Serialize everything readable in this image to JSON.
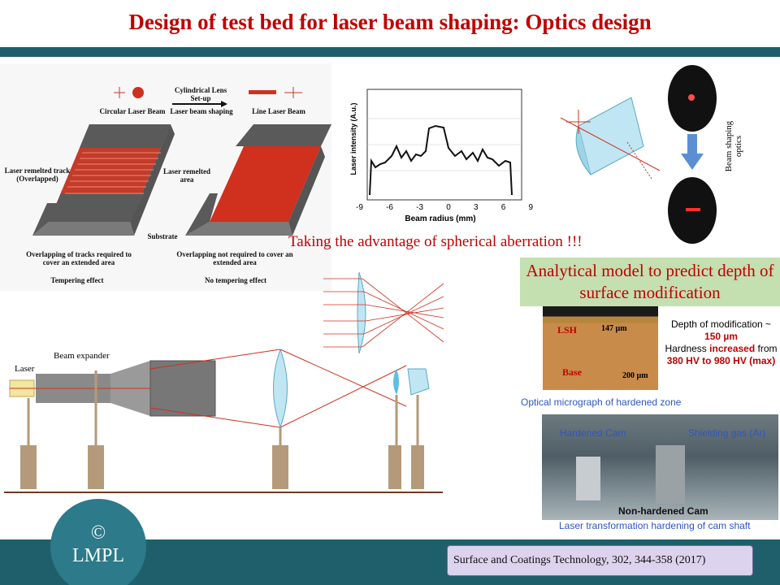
{
  "slide": {
    "title": "Design of test bed for laser beam shaping: Optics design",
    "aberration_note": "Taking the advantage of spherical aberration !!!",
    "analytical_model": "Analytical model to predict depth of surface modification",
    "micrograph_caption": "Optical micrograph of hardened zone",
    "cam_caption": "Laser transformation hardening of cam shaft",
    "reference": "Surface and Coatings Technology,  302, 344-358 (2017)",
    "logo_symbol": "©",
    "logo_text": "LMPL"
  },
  "schematic": {
    "circular_beam": "Circular Laser Beam",
    "lens_setup": "Cylindrical Lens Set-up",
    "beam_shaping": "Laser beam shaping",
    "line_beam": "Line Laser Beam",
    "remelted_track": "Laser remelted track (Overlapped)",
    "remelted_area": "Laser remelted area",
    "substrate": "Substrate",
    "left_caption": "Overlapping of tracks required to cover an extended area",
    "left_effect": "Tempering effect",
    "right_caption": "Overlapping not required to cover an extended area",
    "right_effect": "No tempering effect"
  },
  "profile_plot": {
    "ylabel": "Laser intensity (A.u.)",
    "xlabel": "Beam radius (mm)",
    "ticks": [
      "-9",
      "-6",
      "-3",
      "0",
      "3",
      "6",
      "9"
    ]
  },
  "optics": {
    "beam_shaping_label": "Beam shaping optics",
    "laser_label": "Laser",
    "expander_label": "Beam expander"
  },
  "micrograph": {
    "lsh": "LSH",
    "lsh_thickness": "147 µm",
    "base": "Base",
    "scale": "200 µm",
    "depth_label": "Depth of modification ~",
    "depth_value": "150 µm",
    "hardness_prefix": "Hardness",
    "hardness_word": "increased",
    "hardness_from": "from",
    "hardness_range": "380 HV to 980 HV (max)"
  },
  "cam_photo": {
    "hardened": "Hardened Cam",
    "shielding": "Shielding gas (Ar)",
    "non_hardened": "Non-hardened Cam"
  },
  "colors": {
    "title": "#c00000",
    "bar": "#1f5f6b",
    "green_box": "#c4dfb0",
    "ref_box": "#dcd3ee"
  }
}
